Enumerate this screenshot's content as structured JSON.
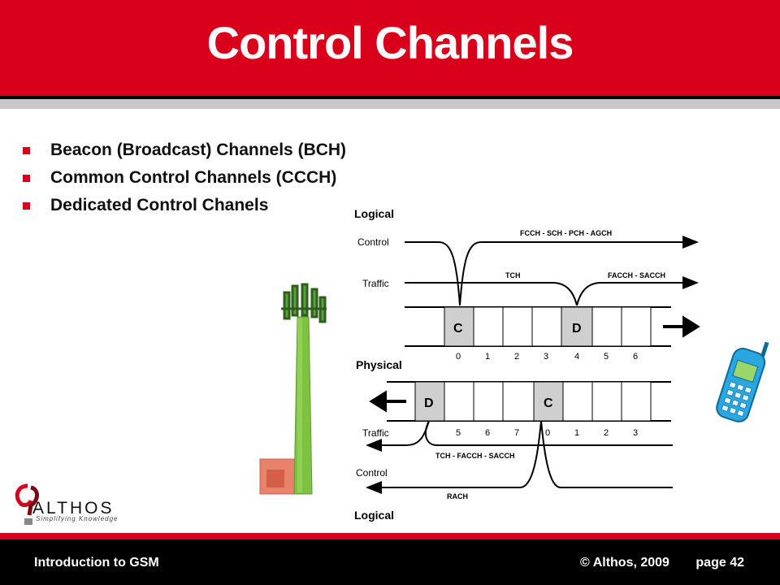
{
  "slide": {
    "title": "Control Channels",
    "bullets": [
      "Beacon (Broadcast) Channels (BCH)",
      "Common Control Channels (CCCH)",
      "Dedicated Control Chanels"
    ]
  },
  "diagram": {
    "top_logical_label": "Logical",
    "bottom_logical_label": "Logical",
    "physical_label": "Physical",
    "downlink": {
      "control_label": "Control",
      "traffic_label": "Traffic",
      "control_channels": "FCCH - SCH - PCH - AGCH",
      "tch_label": "TCH",
      "traffic_channels": "FACCH - SACCH",
      "slot_c": "C",
      "slot_d": "D",
      "slot_numbers": [
        "0",
        "1",
        "2",
        "3",
        "4",
        "5",
        "6"
      ]
    },
    "uplink": {
      "slot_d": "D",
      "slot_c": "C",
      "slot_numbers": [
        "5",
        "6",
        "7",
        "0",
        "1",
        "2",
        "3"
      ],
      "traffic_label": "Traffic",
      "traffic_channels": "TCH - FACCH - SACCH",
      "control_label": "Control",
      "rach_label": "RACH"
    }
  },
  "logo": {
    "name": "ALTHOS",
    "tagline": "Simplifying Knowledge"
  },
  "footer": {
    "course": "Introduction to GSM",
    "copyright": "© Althos, 2009",
    "page": "page 42"
  },
  "colors": {
    "brand_red": "#d9001c",
    "slot_gray": "#cfcfcf",
    "tower_green": "#7ec242",
    "phone_blue": "#2aa7e0"
  }
}
